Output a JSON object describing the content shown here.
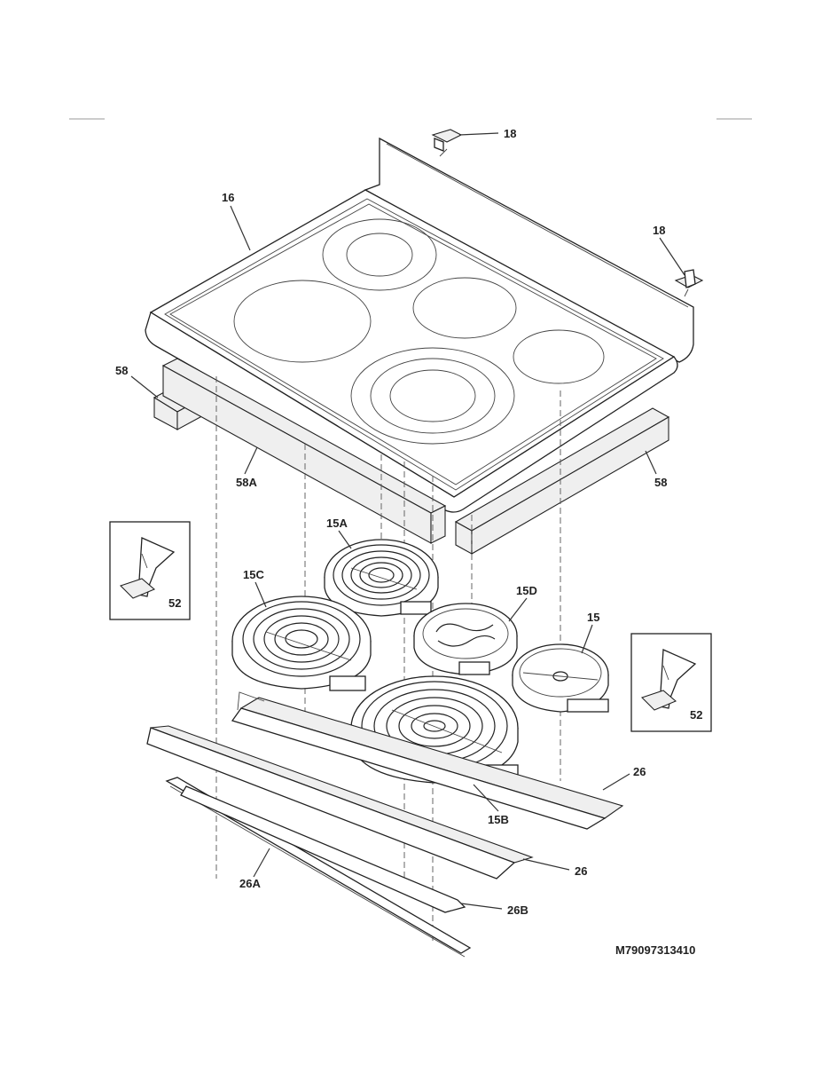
{
  "diagram": {
    "drawing_number": "M79097313410",
    "callouts": {
      "cooktop": "16",
      "bracket_left": "18",
      "bracket_right": "18",
      "insulation_left": "58",
      "insulation_front": "58A",
      "insulation_right": "58",
      "element_15a": "15A",
      "element_15c": "15C",
      "element_15d": "15D",
      "element_15": "15",
      "element_15b": "15B",
      "detail_left": "52",
      "detail_right": "52",
      "bracket_rear": "26",
      "bracket_front": "26",
      "rail_26a": "26A",
      "rail_26b": "26B"
    }
  }
}
